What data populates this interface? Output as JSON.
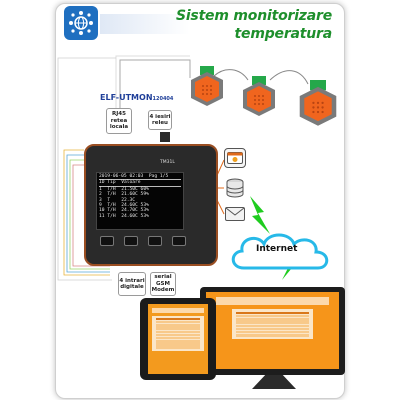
{
  "title": {
    "line1": "Sistem monitorizare",
    "line2": "temperatura"
  },
  "device": {
    "model": "ELF-UTMON",
    "model_suffix": "120404",
    "brand": "TM31L"
  },
  "callouts": {
    "rj45": "RJ45\nretea\nlocala",
    "relays": "4 iesiri\nreleu",
    "inputs": "4 intrari\ndigitale",
    "serial": "serial\nGSM\nModem"
  },
  "screen": {
    "date": "2019-06-05",
    "time": "02:03",
    "page": "Pag 1/5",
    "headers": [
      "ID",
      "Tip",
      "Valoare"
    ],
    "rows": [
      {
        "id": "1",
        "type": "T/H",
        "value": "21.50C 60%"
      },
      {
        "id": "2",
        "type": "T/H",
        "value": "21.60C 59%"
      },
      {
        "id": "3",
        "type": "T",
        "value": "22.3C"
      },
      {
        "id": "9",
        "type": "T/H",
        "value": "24.60C 53%"
      },
      {
        "id": "10",
        "type": "T/H",
        "value": "24.70C 53%"
      },
      {
        "id": "11",
        "type": "T/H",
        "value": "24.60C 53%"
      }
    ]
  },
  "internet": {
    "label": "Internet"
  },
  "colors": {
    "title": "#1e8f2c",
    "logo": "#1f6fc0",
    "sensor_body": "#f0651e",
    "lightning": "#1fcc1f",
    "cloud": "#27b9e8",
    "screen_orange": "#f6951a"
  },
  "icons": [
    "globe-network-icon",
    "server-database-icon",
    "envelope-icon",
    "web-browser-icon"
  ]
}
